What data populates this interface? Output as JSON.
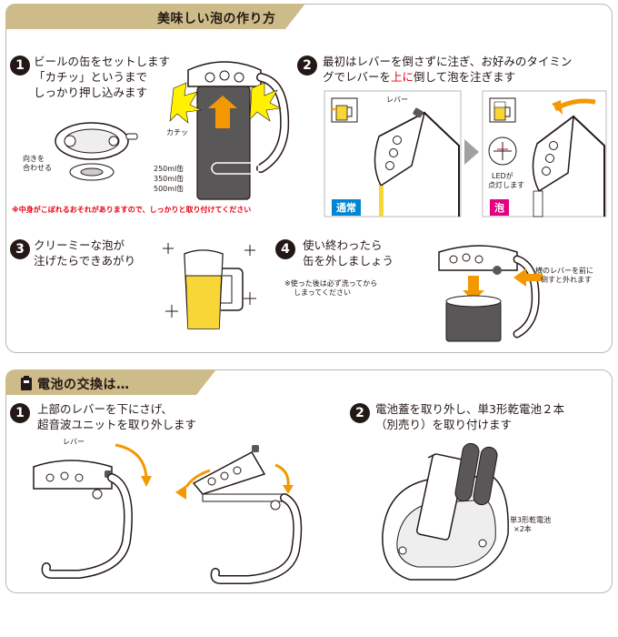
{
  "section1": {
    "title": "美味しい泡の作り方",
    "steps": [
      {
        "num": "1",
        "line1": "ビールの缶をセットします",
        "line2": "「カチッ」というまで",
        "line3": "しっかり押し込みます"
      },
      {
        "num": "2",
        "line1": "最初はレバーを倒さずに注ぎ、お好みのタイミン",
        "line2_pre": "グでレバーを",
        "line2_red": "上に",
        "line2_post": "倒して泡を注ぎます"
      },
      {
        "num": "3",
        "line1": "クリーミーな泡が",
        "line2": "注げたらできあがり"
      },
      {
        "num": "4",
        "line1": "使い終わったら",
        "line2": "缶を外しましょう"
      }
    ],
    "labels": {
      "align_1": "向きを",
      "align_2": "合わせる",
      "click": "カチッ",
      "can_250": "250ml缶",
      "can_350": "350ml缶",
      "can_500": "500ml缶",
      "warning": "※中身がこぼれるおそれがありますので、しっかりと取り付けてください",
      "lever": "レバー",
      "normal_tag": "通常",
      "foam_tag": "泡",
      "led_1": "LEDが",
      "led_2": "点灯します",
      "wash_1": "※使った後は必ず洗ってから",
      "wash_2": "しまってください",
      "side_1": "横のレバーを前に",
      "side_2": "倒すと外れます"
    }
  },
  "section2": {
    "title": "電池の交換は…",
    "steps": [
      {
        "num": "1",
        "line1": "上部のレバーを下にさげ、",
        "line2": "超音波ユニットを取り外します"
      },
      {
        "num": "2",
        "line1": "電池蓋を取り外し、単3形乾電池２本",
        "line2": "（別売り）を取り付けます"
      }
    ],
    "labels": {
      "lever": "レバー",
      "battery_1": "単3形乾電池",
      "battery_2": "×2本"
    }
  },
  "colors": {
    "tab_gold": "#cdbb8a",
    "arrow_orange": "#f39800",
    "burst_yellow": "#fff100",
    "tag_blue": "#0086d1",
    "tag_magenta": "#e4007f",
    "red_text": "#e60012",
    "can_gray": "#595757",
    "beer_yellow": "#f8d637"
  }
}
